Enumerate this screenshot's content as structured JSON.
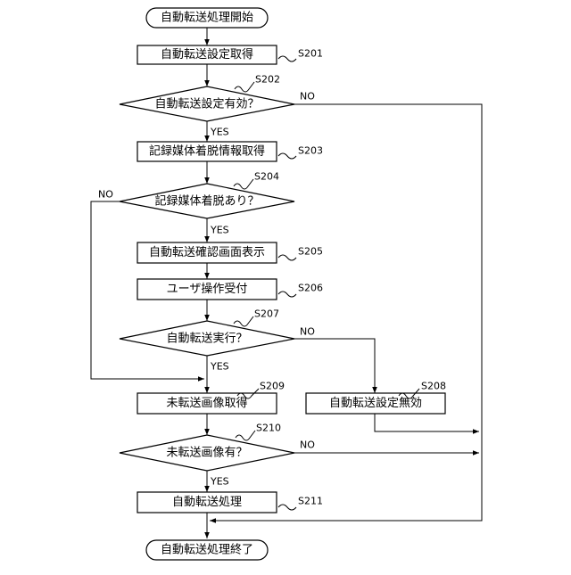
{
  "nodes": {
    "start": "自動転送処理開始",
    "s201": "自動転送設定取得",
    "s202": "自動転送設定有効？",
    "s203": "記録媒体着脱情報取得",
    "s204": "記録媒体着脱あり？",
    "s205": "自動転送確認画面表示",
    "s206": "ユーザ操作受付",
    "s207": "自動転送実行？",
    "s208": "自動転送設定無効",
    "s209": "未転送画像取得",
    "s210": "未転送画像有？",
    "s211": "自動転送処理",
    "end": "自動転送処理終了"
  },
  "steps": {
    "s201": "S201",
    "s202": "S202",
    "s203": "S203",
    "s204": "S204",
    "s205": "S205",
    "s206": "S206",
    "s207": "S207",
    "s208": "S208",
    "s209": "S209",
    "s210": "S210",
    "s211": "S211"
  },
  "branches": {
    "s202_yes": "YES",
    "s202_no": "NO",
    "s204_yes": "YES",
    "s204_no": "NO",
    "s207_yes": "YES",
    "s207_no": "NO",
    "s210_yes": "YES",
    "s210_no": "NO"
  }
}
